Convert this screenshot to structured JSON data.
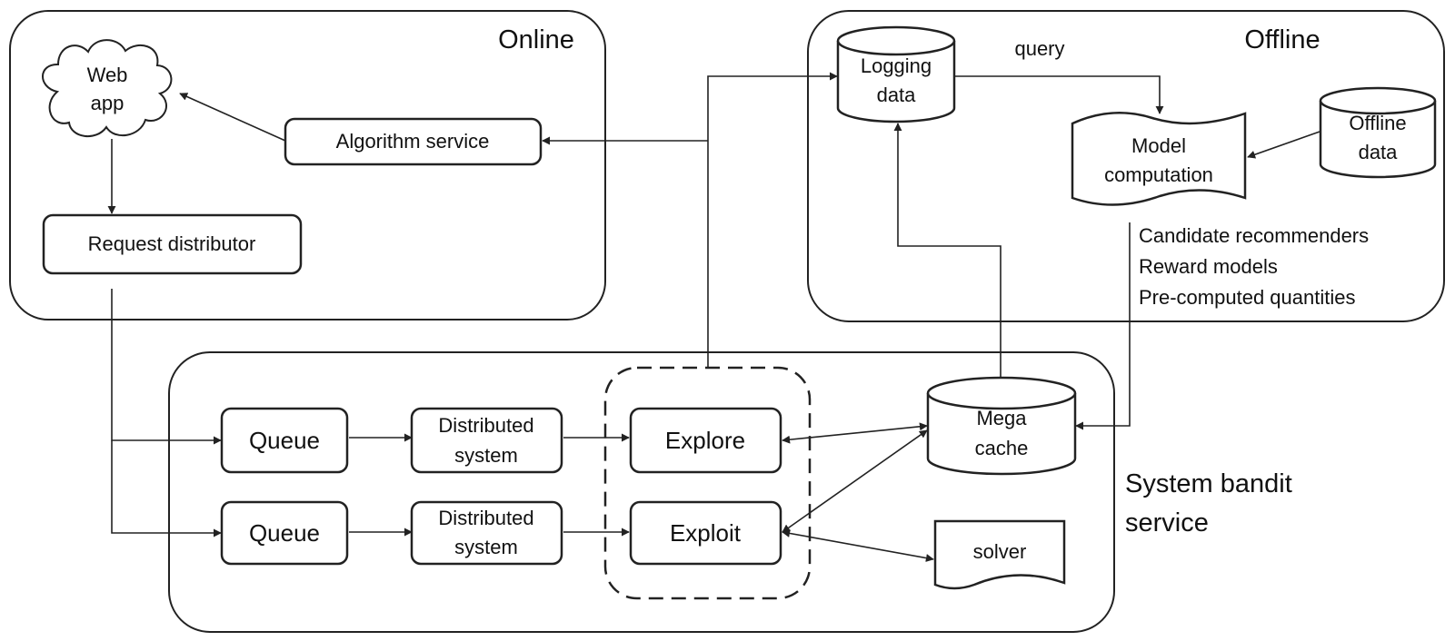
{
  "regions": {
    "online": "Online",
    "offline": "Offline",
    "system_bandit": [
      "System bandit",
      "service"
    ]
  },
  "nodes": {
    "web_app": [
      "Web",
      "app"
    ],
    "algorithm_service": "Algorithm service",
    "request_distributor": "Request distributor",
    "logging_data": [
      "Logging",
      "data"
    ],
    "model_computation": [
      "Model",
      "computation"
    ],
    "offline_data": [
      "Offline",
      "data"
    ],
    "queue_1": "Queue",
    "queue_2": "Queue",
    "distributed_system_1": [
      "Distributed",
      "system"
    ],
    "distributed_system_2": [
      "Distributed",
      "system"
    ],
    "explore": "Explore",
    "exploit": "Exploit",
    "mega_cache": [
      "Mega",
      "cache"
    ],
    "solver": "solver"
  },
  "edge_labels": {
    "query": "query"
  },
  "outputs": {
    "items": [
      "Candidate recommenders",
      "Reward models",
      "Pre-computed quantities"
    ]
  }
}
